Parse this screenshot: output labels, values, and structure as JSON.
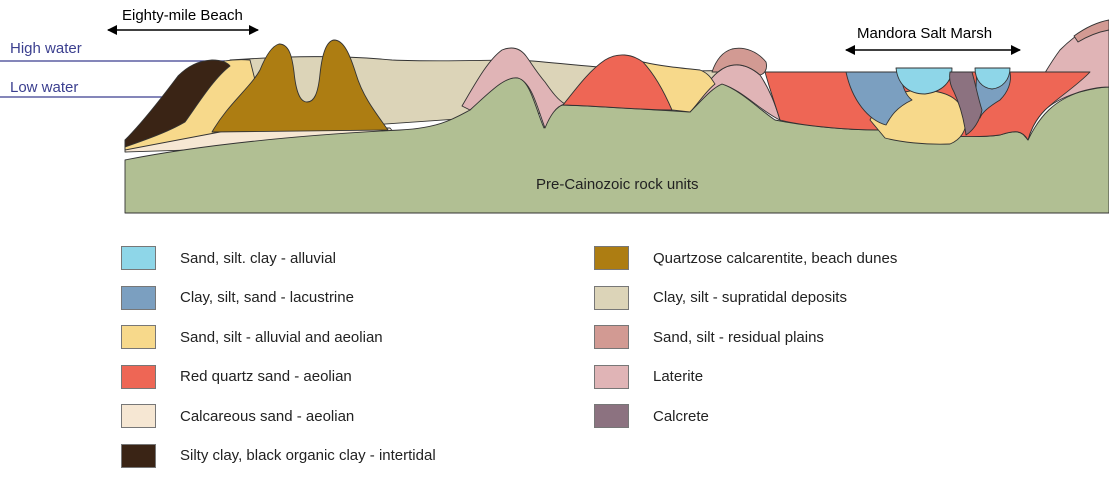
{
  "labels": {
    "beach": "Eighty-mile Beach",
    "marsh": "Mandora Salt Marsh",
    "high_water": "High water",
    "low_water": "Low water",
    "bedrock": "Pre-Cainozoic rock units"
  },
  "colors": {
    "water_line": "#3b3f8f",
    "bedrock": "#b1bf93",
    "alluvial_sand": "#8ed6e8",
    "lacustrine": "#7b9fc0",
    "alluvial_aeolian": "#f7d98b",
    "red_quartz": "#ee6655",
    "calcareous_sand": "#f6e7d3",
    "black_clay": "#3a2415",
    "calcarenite": "#ad7d12",
    "supratidal": "#dcd4b8",
    "residual": "#d29a93",
    "laterite": "#e0b4b6",
    "calcrete": "#8c7280"
  },
  "legend_left": [
    {
      "label": "Sand, silt. clay - alluvial",
      "color": "#8ed6e8"
    },
    {
      "label": "Clay, silt, sand - lacustrine",
      "color": "#7b9fc0"
    },
    {
      "label": "Sand, silt - alluvial and aeolian",
      "color": "#f7d98b"
    },
    {
      "label": "Red quartz sand - aeolian",
      "color": "#ee6655"
    },
    {
      "label": "Calcareous sand - aeolian",
      "color": "#f6e7d3"
    },
    {
      "label": "Silty clay, black organic clay - intertidal",
      "color": "#3a2415"
    }
  ],
  "legend_right": [
    {
      "label": "Quartzose calcarentite, beach dunes",
      "color": "#ad7d12"
    },
    {
      "label": "Clay, silt - supratidal deposits",
      "color": "#dcd4b8"
    },
    {
      "label": "Sand, silt - residual plains",
      "color": "#d29a93"
    },
    {
      "label": "Laterite",
      "color": "#e0b4b6"
    },
    {
      "label": "Calcrete",
      "color": "#8c7280"
    }
  ]
}
